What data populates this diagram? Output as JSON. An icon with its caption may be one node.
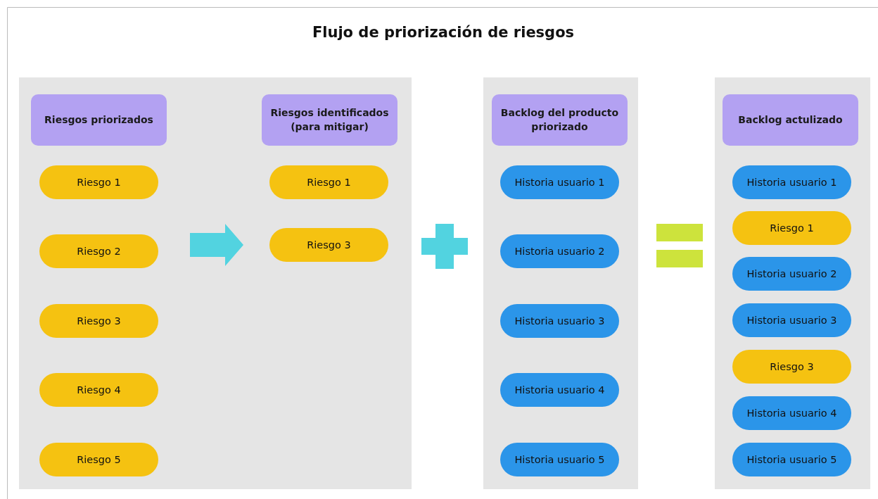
{
  "diagram": {
    "title": "Flujo de priorización de riesgos",
    "nodes": [
      {
        "text": [],
        "shape": "box"
      },
      {
        "text": [
          "Riesgos priorizados"
        ],
        "in": 0
      },
      {
        "text": [
          "Riesgo 1"
        ],
        "in": 0
      },
      {
        "text": [
          "Riesgo 2"
        ],
        "in": 0
      },
      {
        "text": [
          "Riesgo 3"
        ],
        "in": 0
      },
      {
        "text": [
          "Riesgo 4"
        ],
        "in": 0
      },
      {
        "text": [
          "Riesgo 5"
        ],
        "in": 0
      },
      {
        "text": [
          "Riesgos identificados (para mitigar)"
        ],
        "in": 0
      },
      {
        "text": [
          "Riesgo 1"
        ],
        "in": 0
      },
      {
        "text": [
          "Riesgo 3"
        ],
        "in": 0
      },
      {
        "text": [],
        "shape": "box"
      },
      {
        "text": [
          "Backlog del producto priorizado"
        ],
        "in": 10
      },
      {
        "text": [
          "Historia usuario 1"
        ],
        "in": 10
      },
      {
        "text": [
          "Historia usuario 2"
        ],
        "in": 10
      },
      {
        "text": [
          "Historia usuario 3"
        ],
        "in": 10
      },
      {
        "text": [
          "Historia usuario 4"
        ],
        "in": 10
      },
      {
        "text": [
          "Historia usuario 5"
        ],
        "in": 10
      },
      {
        "text": [],
        "shape": "box"
      },
      {
        "text": [
          "Backlog actulizado"
        ],
        "in": 17
      },
      {
        "text": [
          "Historia usuario 1"
        ],
        "in": 17
      },
      {
        "text": [
          "Riesgo 1"
        ],
        "in": 17
      },
      {
        "text": [
          "Historia usuario 2"
        ],
        "in": 17
      },
      {
        "text": [
          "Historia usuario 3"
        ],
        "in": 17
      },
      {
        "text": [
          "Riesgo 3"
        ],
        "in": 17
      },
      {
        "text": [
          "Historia usuario 4"
        ],
        "in": 17
      },
      {
        "text": [
          "Historia usuario 5"
        ],
        "in": 17
      }
    ],
    "edges": []
  }
}
